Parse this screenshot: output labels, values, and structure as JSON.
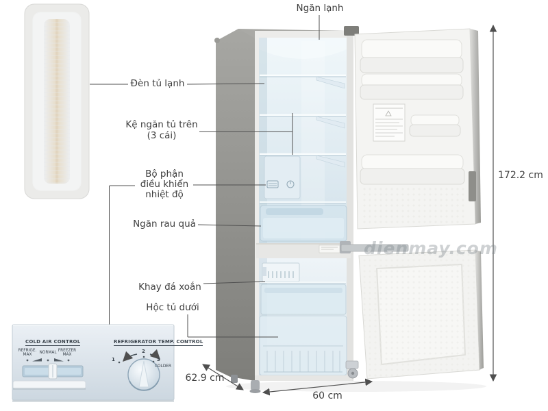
{
  "annotations": {
    "ngan_lanh": "Ngăn lạnh",
    "den_tu_lanh": "Đèn tủ lạnh",
    "ke_ngan": "Kệ ngăn tủ trên",
    "ke_ngan_sub": "(3 cái)",
    "bo_phan_l1": "Bộ phận",
    "bo_phan_l2": "điều khiển",
    "bo_phan_l3": "nhiệt độ",
    "ngan_rau_qua": "Ngăn rau quả",
    "khay_da_xoan": "Khay đá xoắn",
    "hoc_tu_duoi": "Hộc tủ dưới"
  },
  "dimensions": {
    "height": "172.2 cm",
    "depth": "62.9 cm",
    "width": "60 cm"
  },
  "watermark": "dienmay.com",
  "control_panel": {
    "cold_air": {
      "title": "COLD AIR CONTROL",
      "left_label_1": "REFRIGE.",
      "left_label_2": "MAX",
      "mid_label": "NORMAL",
      "right_label_1": "FREEZER",
      "right_label_2": "MAX"
    },
    "temp_control": {
      "title": "REFRIGERATOR TEMP. CONTROL",
      "tick_1": "1",
      "tick_2": "2",
      "tick_3": "3",
      "colder": "COLDER"
    }
  },
  "colors": {
    "label_text": "#3e3e3e",
    "leader_line": "#4f4f4f",
    "cabinet_gray": "#8f908c",
    "interior_blue": "#dce8f0",
    "door_white": "#f4f4f2",
    "panel_bg": "#dde6ed",
    "watermark_gray": "#7d868c"
  }
}
